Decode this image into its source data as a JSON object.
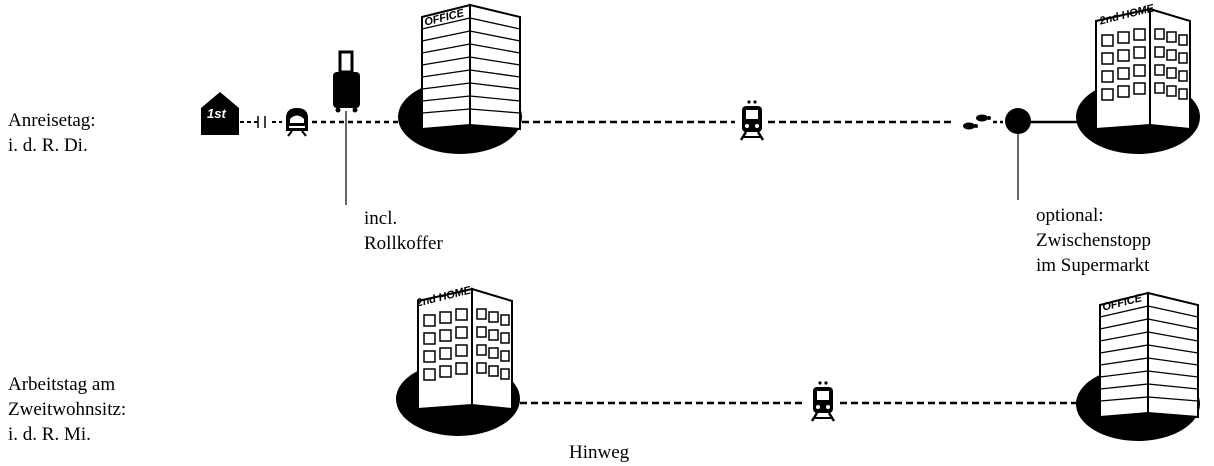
{
  "rows": [
    {
      "label_lines": [
        "Anreisetag:",
        "i. d. R. Di."
      ],
      "start_home_sign": "1st",
      "luggage_note_lines": [
        "incl.",
        "Rollkoffer"
      ],
      "origin_building_sign": "OFFICE",
      "destination_building_sign": "2nd HOME",
      "stop_note_lines": [
        "optional:",
        "Zwischenstopp",
        "im Supermarkt"
      ],
      "icons": [
        "house-icon",
        "train-icon",
        "suitcase-icon",
        "tram-icon",
        "footsteps-icon",
        "stop-dot-icon"
      ]
    },
    {
      "label_lines": [
        "Arbeitstag am",
        "Zweitwohnsitz:",
        "i. d. R. Mi."
      ],
      "origin_building_sign": "2nd HOME",
      "destination_building_sign": "OFFICE",
      "route_caption": "Hinweg",
      "icons": [
        "tram-icon"
      ]
    }
  ],
  "colors": {
    "ink": "#000000",
    "paper": "#ffffff"
  }
}
